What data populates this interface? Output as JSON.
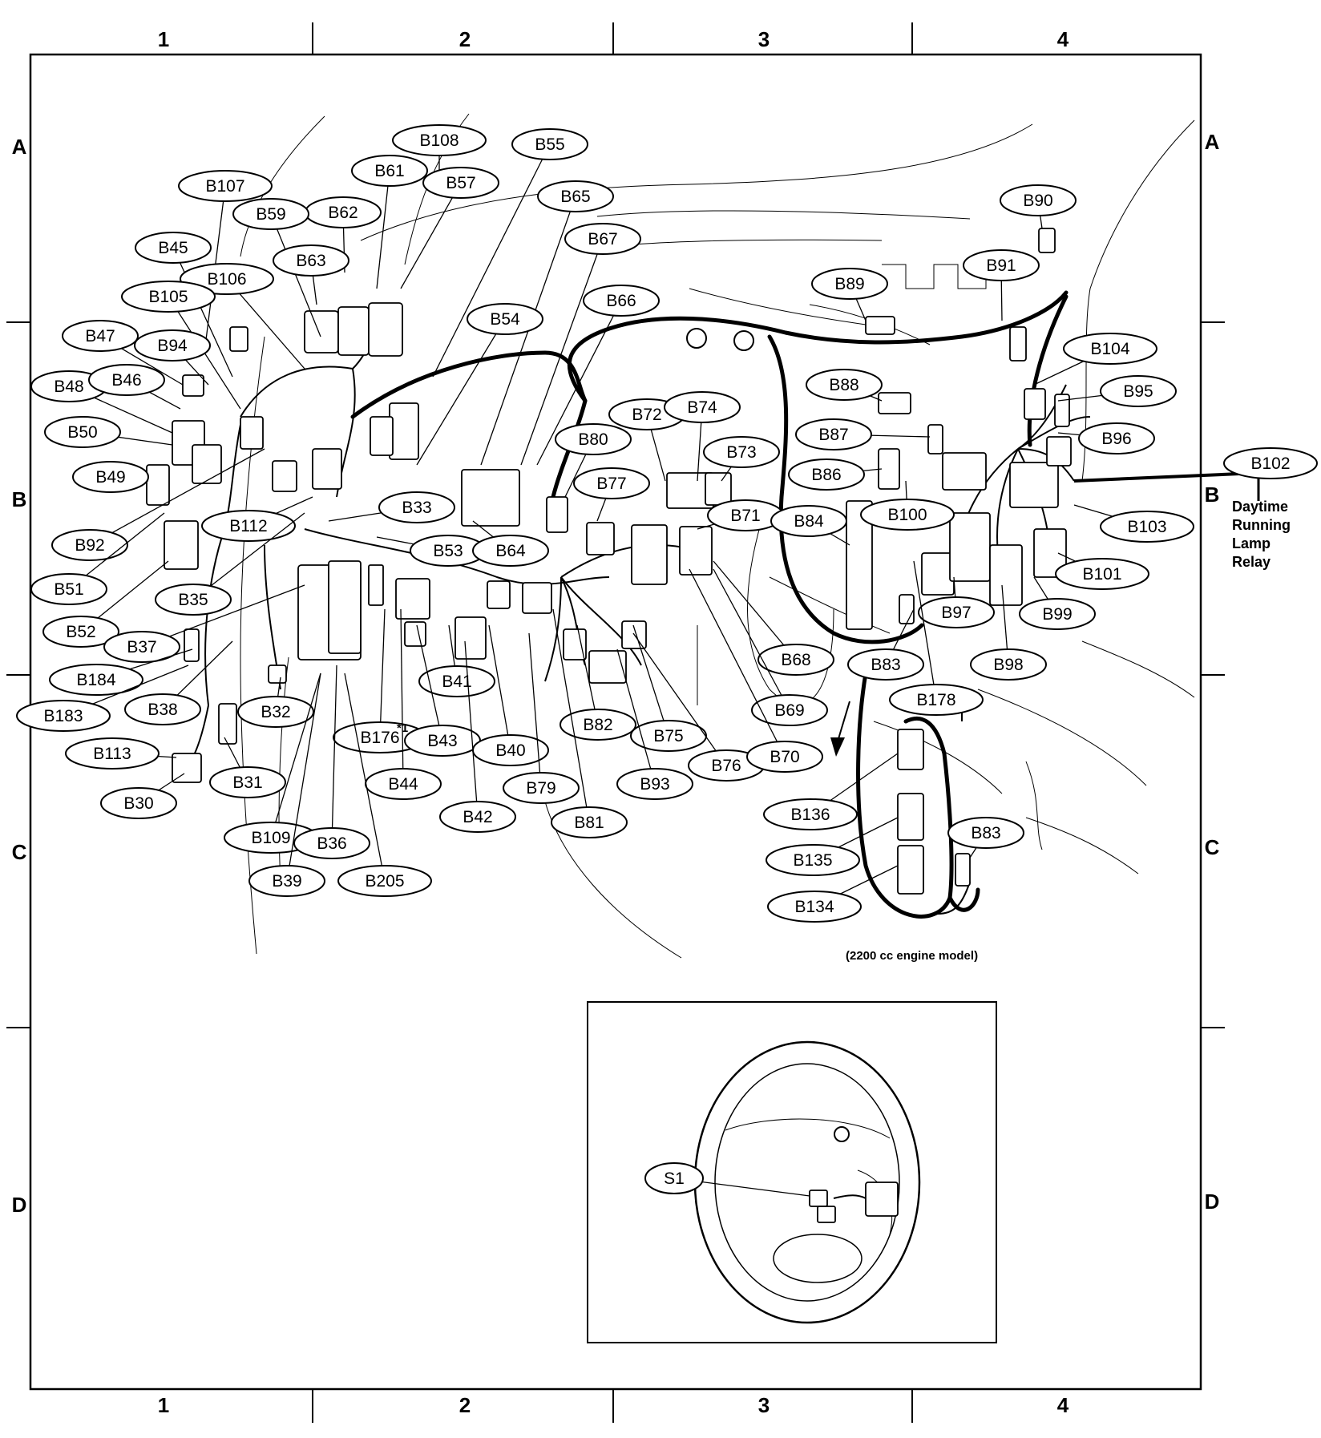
{
  "grid": {
    "columns": [
      "1",
      "2",
      "3",
      "4"
    ],
    "rows": [
      "A",
      "B",
      "C",
      "D"
    ]
  },
  "connectors": [
    "B30",
    "B31",
    "B32",
    "B33",
    "B35",
    "B36",
    "B37",
    "B38",
    "B39",
    "B40",
    "B41",
    "B42",
    "B43",
    "B44",
    "B45",
    "B46",
    "B47",
    "B48",
    "B49",
    "B50",
    "B51",
    "B52",
    "B53",
    "B54",
    "B55",
    "B57",
    "B59",
    "B61",
    "B62",
    "B63",
    "B64",
    "B65",
    "B66",
    "B67",
    "B68",
    "B69",
    "B70",
    "B71",
    "B72",
    "B73",
    "B74",
    "B75",
    "B76",
    "B77",
    "B79",
    "B80",
    "B81",
    "B82",
    "B83",
    "B84",
    "B86",
    "B87",
    "B88",
    "B89",
    "B90",
    "B91",
    "B92",
    "B93",
    "B94",
    "B95",
    "B96",
    "B97",
    "B98",
    "B99",
    "B100",
    "B101",
    "B102",
    "B103",
    "B104",
    "B105",
    "B106",
    "B107",
    "B108",
    "B109",
    "B112",
    "B113",
    "B134",
    "B135",
    "B136",
    "B176",
    "B178",
    "B183",
    "B184",
    "B205",
    "S1"
  ],
  "duplicate_labels": [
    "B83"
  ],
  "notes": {
    "engine_model": "(2200 cc engine model)",
    "footnote_mark": "*1"
  },
  "relay_label": [
    "Daytime",
    "Running",
    "Lamp",
    "Relay"
  ]
}
